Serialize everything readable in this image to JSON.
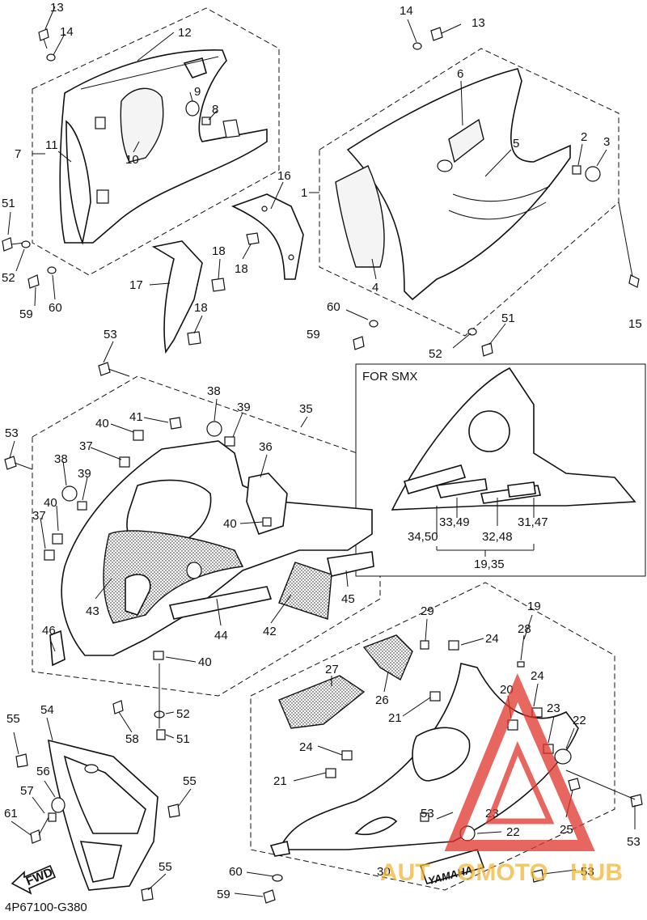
{
  "inset": {
    "title": "FOR SMX",
    "group_label": "19,35"
  },
  "callouts_top": {
    "c13a": "13",
    "c14a": "14",
    "c12": "12",
    "c9": "9",
    "c8": "8",
    "c11": "11",
    "c7": "7",
    "c10": "10",
    "c16": "16",
    "c51a": "51",
    "c52a": "52",
    "c59a": "59",
    "c60a": "60",
    "c17": "17",
    "c18a": "18",
    "c18b": "18",
    "c18c": "18",
    "c14b": "14",
    "c13b": "13",
    "c6": "6",
    "c5": "5",
    "c2": "2",
    "c3": "3",
    "c1": "1",
    "c4": "4",
    "c15": "15",
    "c60b": "60",
    "c59b": "59",
    "c51b": "51",
    "c52b": "52"
  },
  "callouts_mid": {
    "c53a": "53",
    "c53b": "53",
    "c38a": "38",
    "c39a": "39",
    "c35": "35",
    "c40a": "40",
    "c41": "41",
    "c37a": "37",
    "c36": "36",
    "c38b": "38",
    "c39b": "39",
    "c40b": "40",
    "c40c": "40",
    "c37b": "37",
    "c43": "43",
    "c44": "44",
    "c42": "42",
    "c45": "45",
    "c46": "46",
    "c40d": "40"
  },
  "callouts_inset": {
    "c3449": "33,49",
    "c3450": "34,50",
    "c3248": "32,48",
    "c3147": "31,47"
  },
  "callouts_bottom": {
    "c29": "29",
    "c24a": "24",
    "c19": "19",
    "c28": "28",
    "c27": "27",
    "c26": "26",
    "c24b": "24",
    "c20": "20",
    "c21a": "21",
    "c23a": "23",
    "c22a": "22",
    "c24c": "24",
    "c21b": "21",
    "c53c": "53",
    "c23b": "23",
    "c25": "25",
    "c22b": "22",
    "c53d": "53",
    "c30": "30",
    "c53e": "53",
    "c52c": "52",
    "c58": "58",
    "c51c": "51",
    "c55a": "55",
    "c54": "54",
    "c56": "56",
    "c55b": "55",
    "c57": "57",
    "c61": "61",
    "c55c": "55",
    "c60c": "60",
    "c59c": "59"
  },
  "fwd_label": "FWD",
  "diagram_code": "4P67100-G380",
  "brand_text": "YAMAHA",
  "watermark": {
    "prefix": "AUT",
    "middle": "OMOTO",
    "suffix": "HUB",
    "color_red": "#e0352b",
    "color_gold": "#f2b535"
  }
}
